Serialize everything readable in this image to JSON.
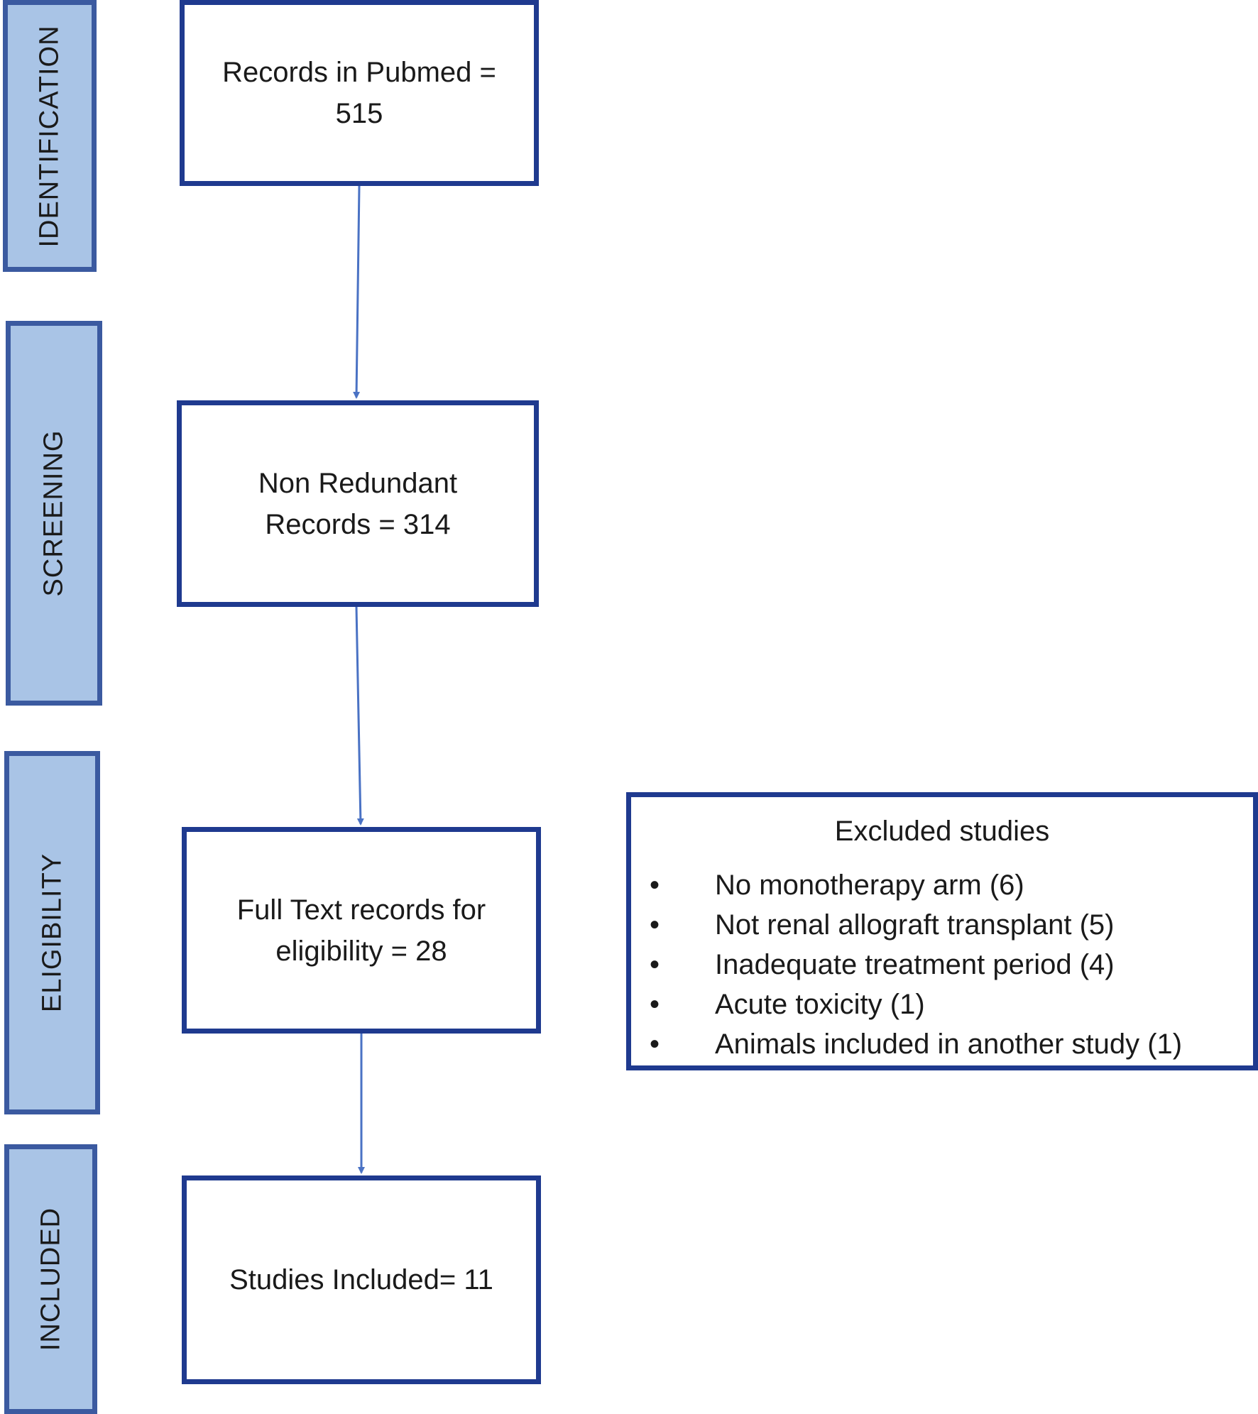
{
  "stages": [
    {
      "label": "IDENTIFICATION"
    },
    {
      "label": "SCREENING"
    },
    {
      "label": "ELIGIBILITY"
    },
    {
      "label": "INCLUDED"
    }
  ],
  "boxes": [
    {
      "text": "Records in Pubmed =\n515"
    },
    {
      "text": "Non Redundant\nRecords = 314"
    },
    {
      "text": "Full Text records for\neligibility = 28"
    },
    {
      "text": "Studies Included= 11"
    }
  ],
  "excluded": {
    "title": "Excluded studies",
    "items": [
      {
        "bullet": "•",
        "label": "No monotherapy arm (6)"
      },
      {
        "bullet": "•",
        "label": "Not renal allograft transplant (5)"
      },
      {
        "bullet": "•",
        "label": "Inadequate treatment period (4)"
      },
      {
        "bullet": "•",
        "label": " Acute toxicity (1)"
      },
      {
        "bullet": "•",
        "label": "Animals included in another study (1)"
      }
    ]
  },
  "colors": {
    "stage_fill": "#a9c4e6",
    "stage_border": "#3b5aa0",
    "box_border": "#1f3a8f",
    "arrow": "#4a72c4"
  }
}
